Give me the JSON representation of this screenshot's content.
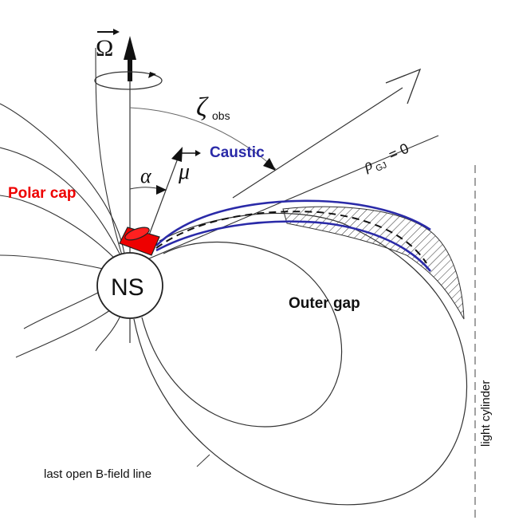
{
  "labels": {
    "omega": "Ω",
    "zeta": "ζ",
    "zeta_sub": "obs",
    "alpha": "α",
    "mu": "μ",
    "caustic": "Caustic",
    "polar_cap": "Polar cap",
    "rho": "ρ",
    "rho_sub": "GJ",
    "rho_eq": "= 0",
    "ns": "NS",
    "outer_gap": "Outer gap",
    "light_cylinder": "light cylinder",
    "last_open": "last open B-field line"
  },
  "colors": {
    "polar_cap": "#ee0000",
    "caustic": "#2a2aa8",
    "lines": "#2a2a2a"
  }
}
